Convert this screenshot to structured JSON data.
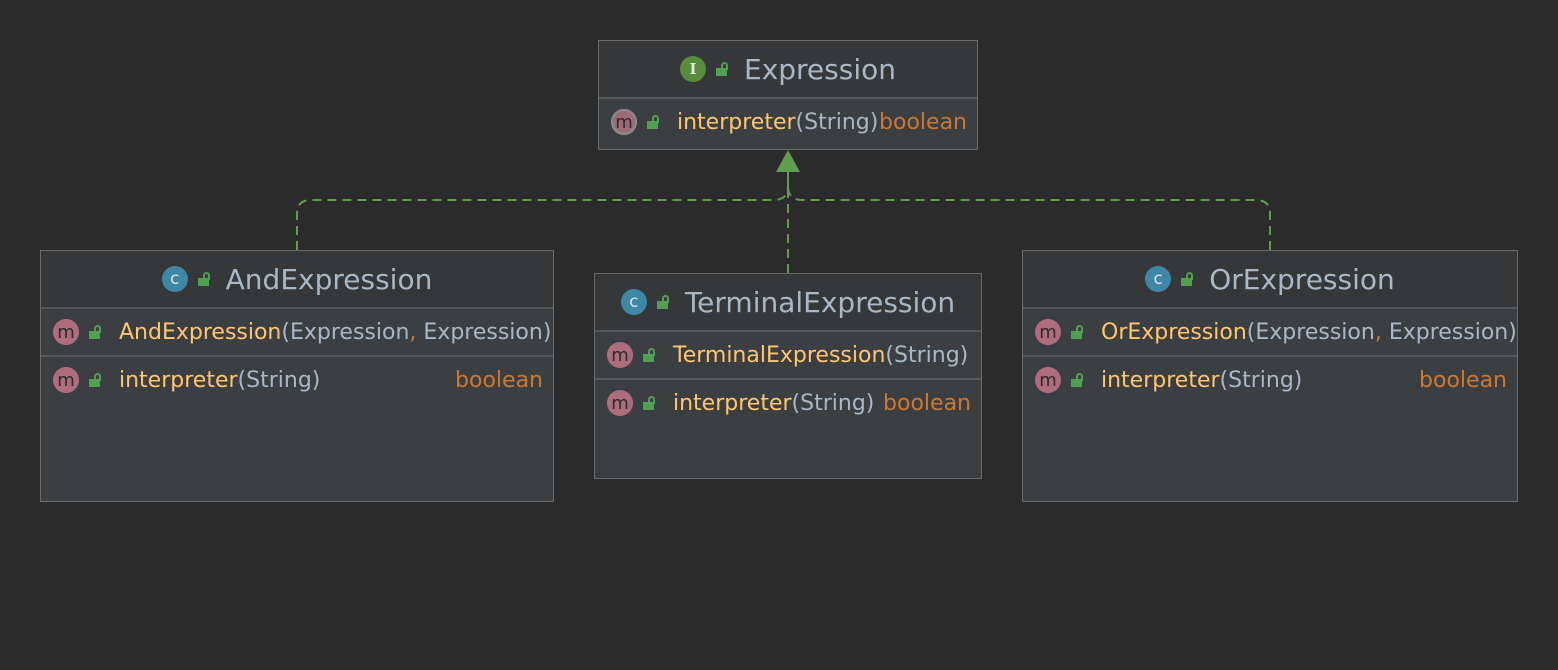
{
  "diagram": {
    "classes": [
      {
        "id": "expression",
        "kind": "interface",
        "kind_letter": "I",
        "name": "Expression",
        "sections": [
          [
            {
              "badge": "m",
              "abstract": true,
              "name": "interpreter",
              "params_open": "(String)",
              "params": [],
              "ret": "boolean"
            }
          ]
        ]
      },
      {
        "id": "and-expression",
        "kind": "class",
        "kind_letter": "c",
        "name": "AndExpression",
        "sections": [
          [
            {
              "badge": "m",
              "name": "AndExpression",
              "params": [
                "Expression",
                "Expression"
              ],
              "ret": ""
            }
          ],
          [
            {
              "badge": "m",
              "name": "interpreter",
              "params": [
                "String"
              ],
              "ret": "boolean"
            }
          ]
        ]
      },
      {
        "id": "terminal-expression",
        "kind": "class",
        "kind_letter": "c",
        "name": "TerminalExpression",
        "sections": [
          [
            {
              "badge": "m",
              "name": "TerminalExpression",
              "params": [
                "String"
              ],
              "ret": ""
            }
          ],
          [
            {
              "badge": "m",
              "name": "interpreter",
              "params": [
                "String"
              ],
              "ret": "boolean"
            }
          ]
        ]
      },
      {
        "id": "or-expression",
        "kind": "class",
        "kind_letter": "c",
        "name": "OrExpression",
        "sections": [
          [
            {
              "badge": "m",
              "name": "OrExpression",
              "params": [
                "Expression",
                "Expression"
              ],
              "ret": ""
            }
          ],
          [
            {
              "badge": "m",
              "name": "interpreter",
              "params": [
                "String"
              ],
              "ret": "boolean"
            }
          ]
        ]
      }
    ],
    "relations": [
      {
        "from": "and-expression",
        "to": "expression",
        "type": "implements"
      },
      {
        "from": "terminal-expression",
        "to": "expression",
        "type": "implements"
      },
      {
        "from": "or-expression",
        "to": "expression",
        "type": "implements"
      }
    ],
    "colors": {
      "background": "#2b2b2b",
      "edge": "#5f9e4f",
      "method_name": "#ffc66d",
      "return_type": "#cc7832",
      "param_text": "#a9b7c6"
    },
    "icons": {
      "interface": "interface-icon",
      "class": "class-icon",
      "method": "method-icon",
      "visibility": "public-lock-icon"
    }
  }
}
